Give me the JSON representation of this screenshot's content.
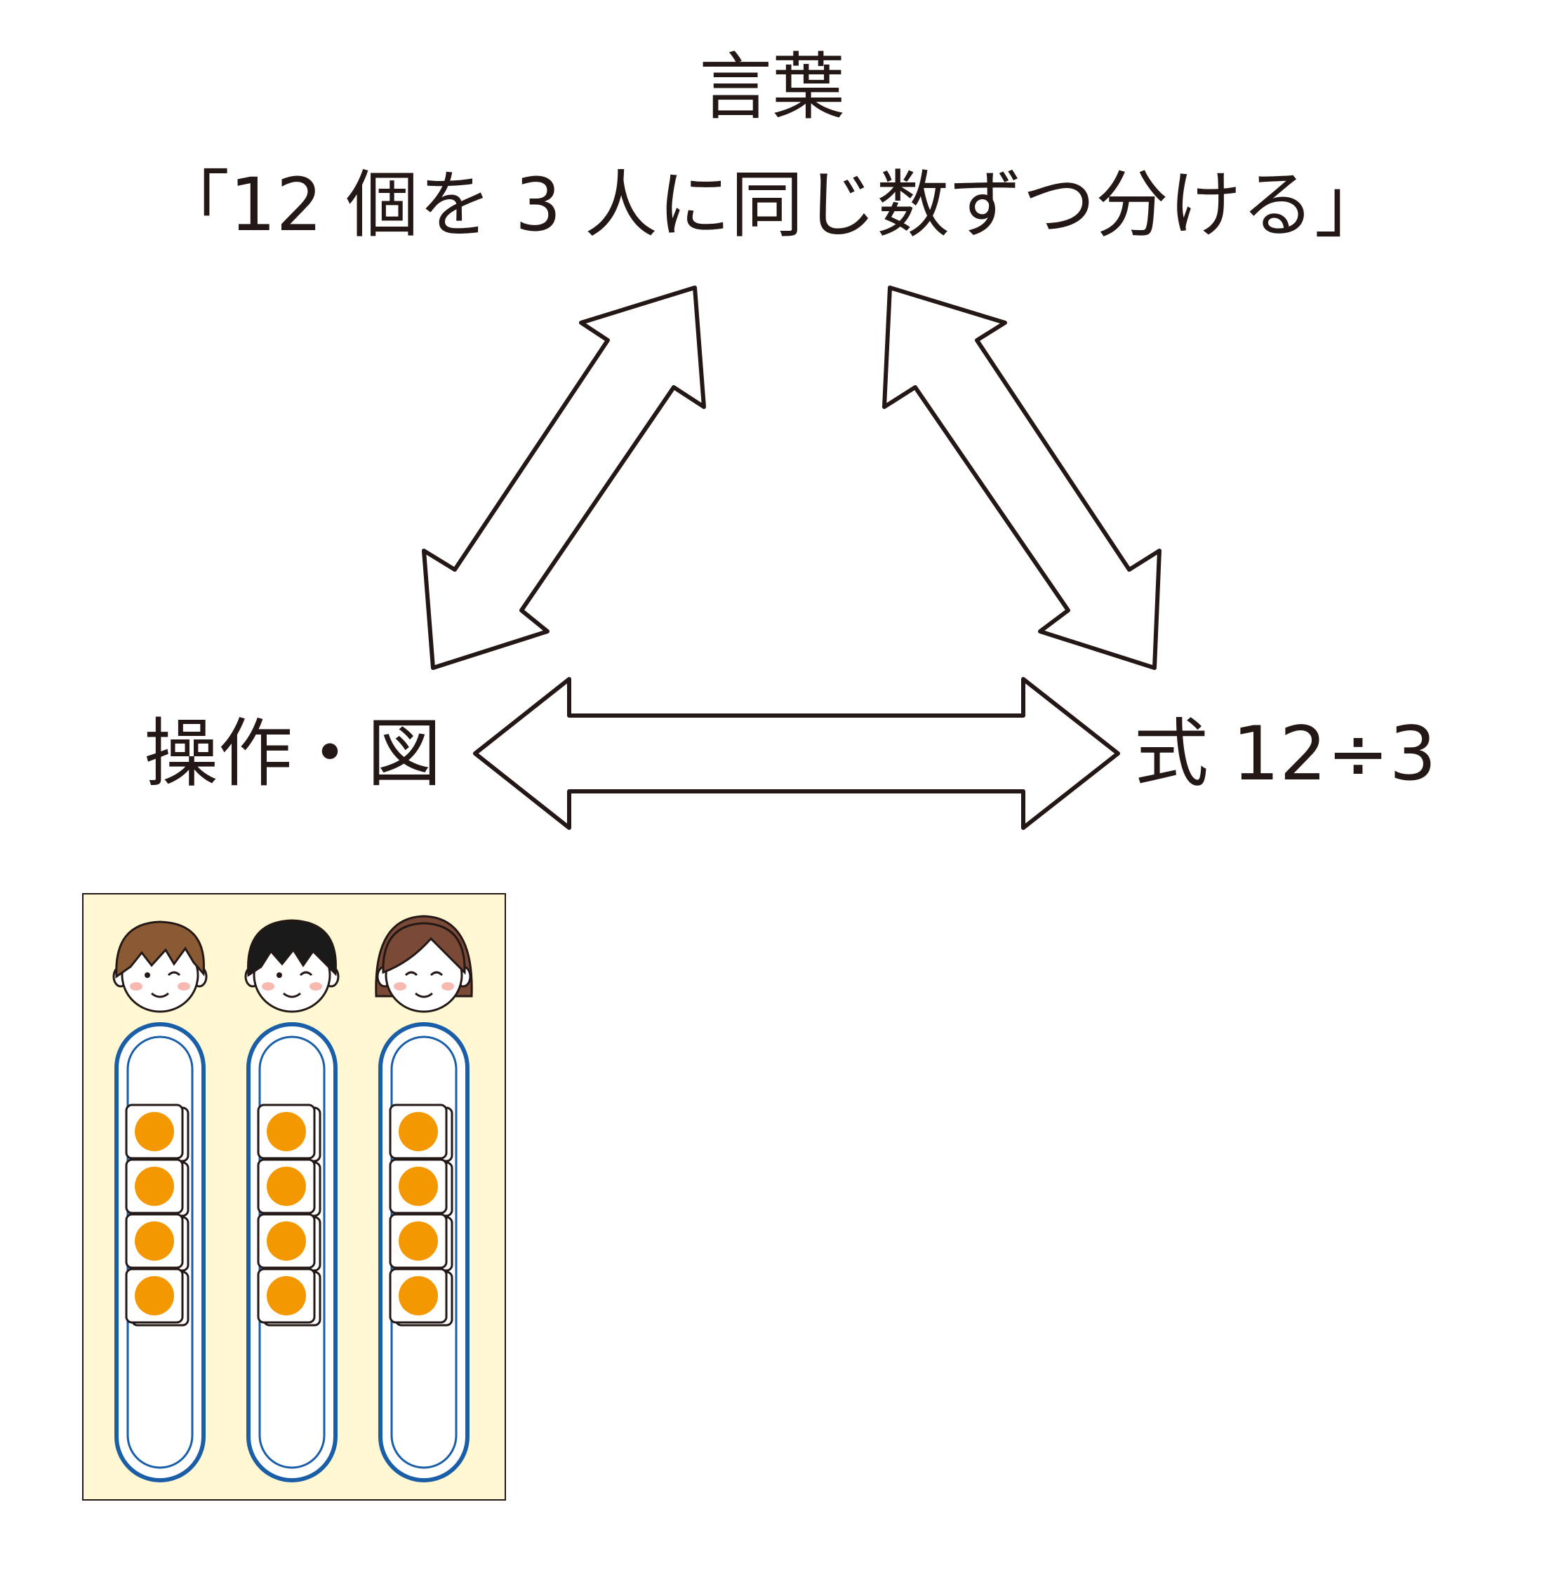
{
  "nodes": {
    "top": {
      "title": "言葉",
      "sentence": "「12 個を 3 人に同じ数ずつ分ける」"
    },
    "left": {
      "label": "操作・図"
    },
    "right": {
      "label": "式 12÷3"
    }
  },
  "colors": {
    "ink": "#231815",
    "panel_bg": "#fff8d2",
    "lane_blue": "#1a5ea8",
    "counter_orange": "#f39800",
    "cheek_pink": "#f7b9b0",
    "hair_brown": "#8a5a34",
    "hair_black": "#1a1a1a",
    "hair_girl": "#7a4a36"
  },
  "illustration": {
    "children": [
      {
        "icon": "boy-brown-hair-face-icon",
        "counters": 4
      },
      {
        "icon": "boy-black-hair-face-icon",
        "counters": 4
      },
      {
        "icon": "girl-face-icon",
        "counters": 4
      }
    ]
  }
}
